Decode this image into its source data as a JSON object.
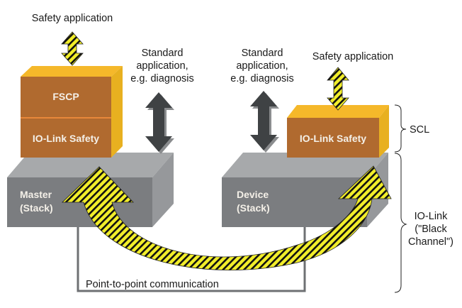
{
  "diagram": {
    "left_stack": {
      "top_label": "Safety application",
      "upper_layer": "FSCP",
      "lower_layer": "IO-Link Safety",
      "base_line1": "Master",
      "base_line2": "(Stack)"
    },
    "right_stack": {
      "top_label": "Safety application",
      "layer": "IO-Link Safety",
      "base_line1": "Device",
      "base_line2": "(Stack)"
    },
    "standard_left": [
      "Standard",
      "application,",
      "e.g. diagnosis"
    ],
    "standard_right": [
      "Standard",
      "application,",
      "e.g. diagnosis"
    ],
    "connection_label": "Point-to-point communication",
    "brace_scl": "SCL",
    "brace_iolink": [
      "IO-Link",
      "(\"Black",
      "Channel\")"
    ],
    "colors": {
      "orange_front": "#b06a2f",
      "orange_top": "#f5b82a",
      "orange_side": "#e8b020",
      "gray_front": "#7b7d80",
      "gray_top": "#a7a9ab",
      "gray_side": "#96989b",
      "hazard_yellow": "#f2ee2a",
      "dark_arrow": "#3f4244"
    }
  }
}
